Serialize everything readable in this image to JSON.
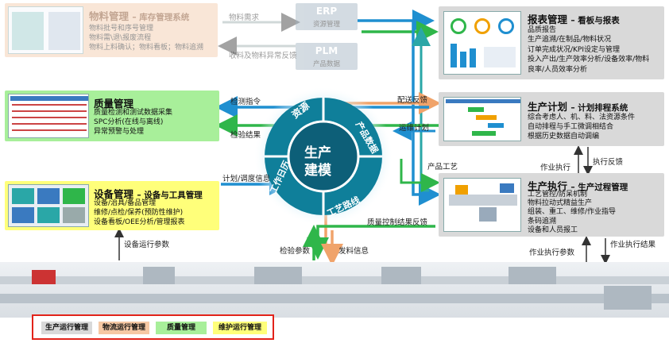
{
  "colors": {
    "blue_arrow": "#1f8fd0",
    "green_arrow": "#2fb64a",
    "orange_arrow": "#f0a36a",
    "teal_arrow": "#2aa7a7",
    "ring": "#0f7f9a",
    "hub": "#0d5f78",
    "quality_panel": "#a8ef9a",
    "equipment_panel": "#ffff7a",
    "grey_panel": "#d9d9d9",
    "legend_border": "#e2231a"
  },
  "material": {
    "title": "物料管理",
    "subtitle": "– 库存管理系统",
    "lines": [
      "物料批号和序号管理",
      "物料需\\退\\报废流程",
      "物料上料确认；物料看板；物料追溯"
    ]
  },
  "erp": {
    "title": "ERP",
    "subtitle": "资源管理"
  },
  "plm": {
    "title": "PLM",
    "subtitle": "产品数据"
  },
  "report": {
    "title": "报表管理",
    "subtitle": "– 看板与报表",
    "lines": [
      "品质报告",
      "生产追溯/在制品/物料状况",
      "订单完成状况/KPI设定与管理",
      "投入产出/生产效率分析/设备效率/物料",
      "良率/人员效率分析"
    ]
  },
  "quality": {
    "title": "质量管理",
    "lines": [
      "质量检测和测试数据采集",
      "SPC分析(在线与离线)",
      "异常预警与处理"
    ]
  },
  "plan": {
    "title": "生产计划",
    "subtitle": "– 计划排程系统",
    "lines": [
      "综合考虑人、机、料、法资源条件",
      "自动排程与手工微调相结合",
      "根据历史数据自动调编"
    ]
  },
  "equipment": {
    "title": "设备管理",
    "subtitle": "– 设备与工具管理",
    "lines": [
      "设备/治具/备品管理",
      "维修/点检/保养(预防性维护)",
      "设备看板/OEE分析/管理报表"
    ]
  },
  "execution": {
    "title": "生产执行",
    "subtitle": "– 生产过程管理",
    "lines": [
      "工艺管控/防呆机制",
      "物料拉动式精益生产",
      "组装、重工、维修/作业指导",
      "条码追溯",
      "设备和人员报工"
    ]
  },
  "hub": {
    "line1": "生产",
    "line2": "建模"
  },
  "ring": {
    "resource": "资源",
    "product_data": "产品数据",
    "process_route": "工艺路线",
    "work_calendar": "工作日历"
  },
  "flows": {
    "material_demand": "物料需求",
    "receive_dispatch": "收料及物料异常反馈",
    "inspection_cmd": "检测指令",
    "inspection_result": "检验结果",
    "plan_adjust": "计划/调度信息",
    "dispatch_feedback": "配送反馈",
    "ops_plan": "运维计划",
    "product_process": "产品工艺",
    "exec_feedback": "执行反馈",
    "job_exec": "作业执行",
    "qc_feedback": "质量控制结果反馈",
    "equip_params": "设备运行参数",
    "inspect_params": "检验参数",
    "issue_info": "发料信息",
    "job_params": "作业执行参数",
    "job_result": "作业执行结果"
  },
  "legend": {
    "production": "生产运行管理",
    "logistics": "物流运行管理",
    "quality": "质量管理",
    "maintenance": "维护运行管理"
  }
}
